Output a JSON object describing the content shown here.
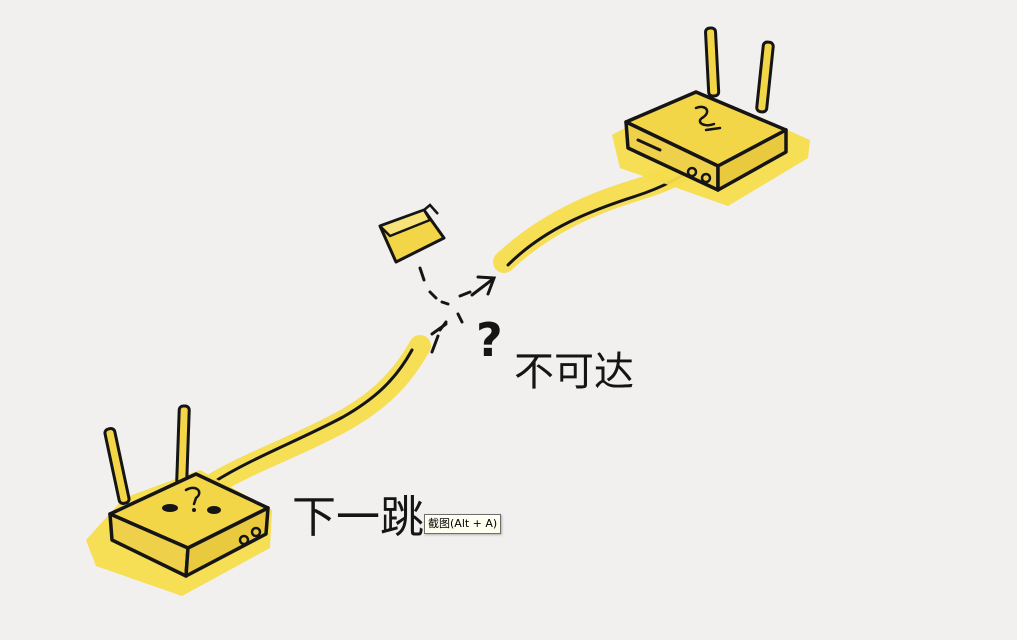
{
  "illustration": {
    "unreachable_label": "不可达",
    "next_hop_label": "下一跳",
    "question_mark": "?"
  },
  "tooltip": {
    "text": "截图(Alt + A)"
  },
  "colors": {
    "background": "#f1f0ee",
    "router_yellow": "#f3d548",
    "highlight_yellow": "#f6dc4c",
    "ink": "#151515"
  },
  "icons": [
    "router-icon",
    "envelope-icon",
    "arrow-icon",
    "antenna-icon"
  ]
}
